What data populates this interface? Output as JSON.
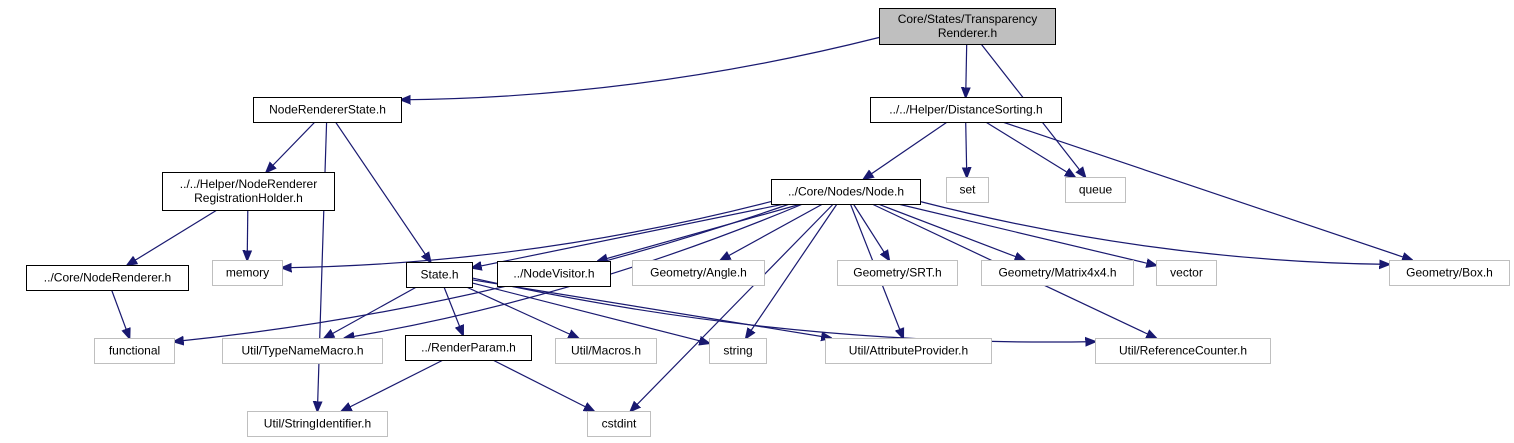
{
  "diagram": {
    "type": "include-dependency-graph",
    "colors": {
      "edge": "#191970",
      "root_fill": "#bfbfbf",
      "internal_border": "#000000",
      "external_border": "#bfbfbf"
    },
    "nodes": [
      {
        "id": "transparency",
        "lines": [
          "Core/States/Transparency",
          "Renderer.h"
        ],
        "kind": "root"
      },
      {
        "id": "nrstate",
        "lines": [
          "NodeRendererState.h"
        ],
        "kind": "internal"
      },
      {
        "id": "distsort",
        "lines": [
          "../../Helper/DistanceSorting.h"
        ],
        "kind": "internal"
      },
      {
        "id": "queue",
        "lines": [
          "queue"
        ],
        "kind": "external"
      },
      {
        "id": "regholder",
        "lines": [
          "../../Helper/NodeRenderer",
          "RegistrationHolder.h"
        ],
        "kind": "internal"
      },
      {
        "id": "node",
        "lines": [
          "../Core/Nodes/Node.h"
        ],
        "kind": "internal"
      },
      {
        "id": "set",
        "lines": [
          "set"
        ],
        "kind": "external"
      },
      {
        "id": "corenr",
        "lines": [
          "../Core/NodeRenderer.h"
        ],
        "kind": "internal"
      },
      {
        "id": "memory",
        "lines": [
          "memory"
        ],
        "kind": "external"
      },
      {
        "id": "state",
        "lines": [
          "State.h"
        ],
        "kind": "internal"
      },
      {
        "id": "nodevisitor",
        "lines": [
          "../NodeVisitor.h"
        ],
        "kind": "internal"
      },
      {
        "id": "angle",
        "lines": [
          "Geometry/Angle.h"
        ],
        "kind": "external"
      },
      {
        "id": "srt",
        "lines": [
          "Geometry/SRT.h"
        ],
        "kind": "external"
      },
      {
        "id": "matrix",
        "lines": [
          "Geometry/Matrix4x4.h"
        ],
        "kind": "external"
      },
      {
        "id": "vector",
        "lines": [
          "vector"
        ],
        "kind": "external"
      },
      {
        "id": "box",
        "lines": [
          "Geometry/Box.h"
        ],
        "kind": "external"
      },
      {
        "id": "functional",
        "lines": [
          "functional"
        ],
        "kind": "external"
      },
      {
        "id": "typename",
        "lines": [
          "Util/TypeNameMacro.h"
        ],
        "kind": "external"
      },
      {
        "id": "renderparam",
        "lines": [
          "../RenderParam.h"
        ],
        "kind": "internal"
      },
      {
        "id": "macros",
        "lines": [
          "Util/Macros.h"
        ],
        "kind": "external"
      },
      {
        "id": "string",
        "lines": [
          "string"
        ],
        "kind": "external"
      },
      {
        "id": "attrprov",
        "lines": [
          "Util/AttributeProvider.h"
        ],
        "kind": "external"
      },
      {
        "id": "refcounter",
        "lines": [
          "Util/ReferenceCounter.h"
        ],
        "kind": "external"
      },
      {
        "id": "stringid",
        "lines": [
          "Util/StringIdentifier.h"
        ],
        "kind": "external"
      },
      {
        "id": "cstdint",
        "lines": [
          "cstdint"
        ],
        "kind": "external"
      }
    ],
    "edges": [
      [
        "transparency",
        "nrstate"
      ],
      [
        "transparency",
        "distsort"
      ],
      [
        "transparency",
        "queue"
      ],
      [
        "nrstate",
        "regholder"
      ],
      [
        "nrstate",
        "state"
      ],
      [
        "nrstate",
        "stringid"
      ],
      [
        "distsort",
        "node"
      ],
      [
        "distsort",
        "set"
      ],
      [
        "distsort",
        "queue"
      ],
      [
        "distsort",
        "box"
      ],
      [
        "regholder",
        "corenr"
      ],
      [
        "regholder",
        "memory"
      ],
      [
        "corenr",
        "functional"
      ],
      [
        "node",
        "memory"
      ],
      [
        "node",
        "state"
      ],
      [
        "node",
        "nodevisitor"
      ],
      [
        "node",
        "angle"
      ],
      [
        "node",
        "srt"
      ],
      [
        "node",
        "matrix"
      ],
      [
        "node",
        "vector"
      ],
      [
        "node",
        "box"
      ],
      [
        "node",
        "functional"
      ],
      [
        "node",
        "typename"
      ],
      [
        "node",
        "string"
      ],
      [
        "node",
        "attrprov"
      ],
      [
        "node",
        "refcounter"
      ],
      [
        "node",
        "cstdint"
      ],
      [
        "state",
        "typename"
      ],
      [
        "state",
        "renderparam"
      ],
      [
        "state",
        "macros"
      ],
      [
        "state",
        "string"
      ],
      [
        "state",
        "attrprov"
      ],
      [
        "state",
        "refcounter"
      ],
      [
        "renderparam",
        "stringid"
      ],
      [
        "renderparam",
        "cstdint"
      ]
    ]
  }
}
